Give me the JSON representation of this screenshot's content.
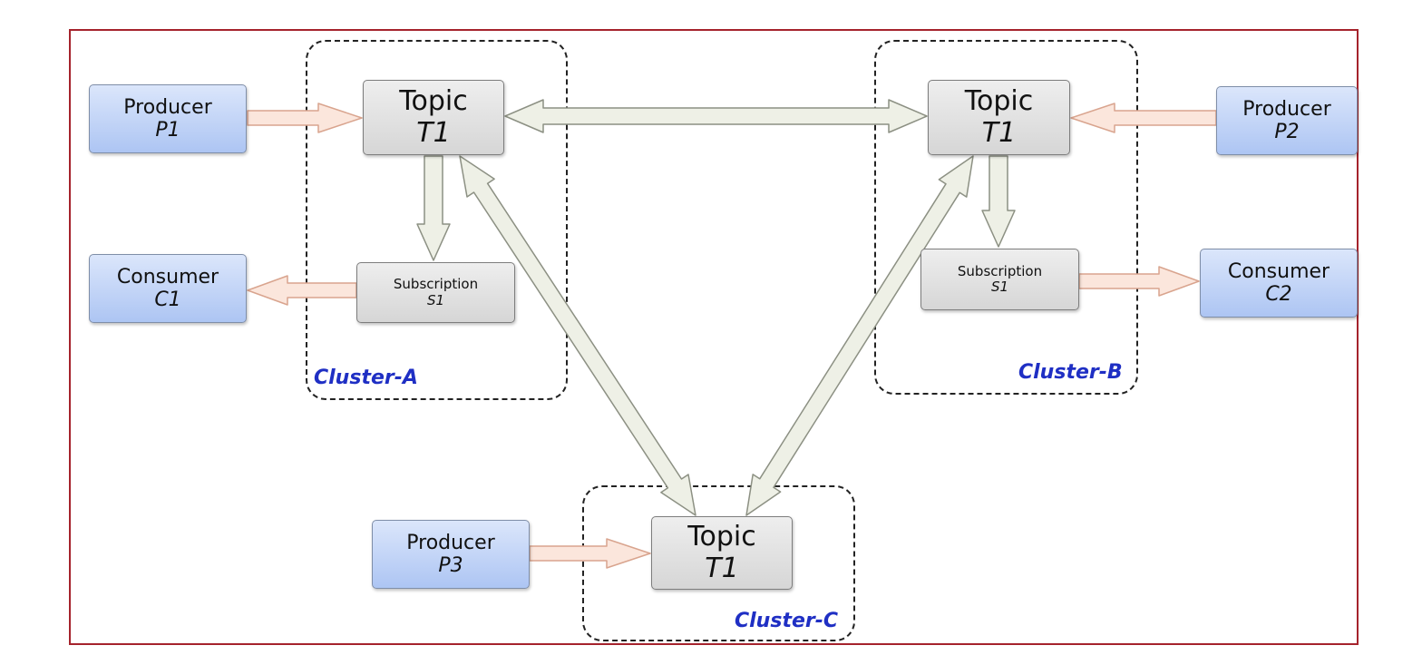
{
  "clusters": {
    "a": {
      "label": "Cluster-A"
    },
    "b": {
      "label": "Cluster-B"
    },
    "c": {
      "label": "Cluster-C"
    }
  },
  "nodes": {
    "producer_p1": {
      "title": "Producer",
      "subtitle": "P1"
    },
    "consumer_c1": {
      "title": "Consumer",
      "subtitle": "C1"
    },
    "topic_a": {
      "title": "Topic",
      "subtitle": "T1"
    },
    "subscription_a": {
      "title": "Subscription",
      "subtitle": "S1"
    },
    "topic_b": {
      "title": "Topic",
      "subtitle": "T1"
    },
    "subscription_b": {
      "title": "Subscription",
      "subtitle": "S1"
    },
    "producer_p2": {
      "title": "Producer",
      "subtitle": "P2"
    },
    "consumer_c2": {
      "title": "Consumer",
      "subtitle": "C2"
    },
    "producer_p3": {
      "title": "Producer",
      "subtitle": "P3"
    },
    "topic_c": {
      "title": "Topic",
      "subtitle": "T1"
    }
  },
  "colors": {
    "frame": "#a5232c",
    "cluster_label": "#1f2fc4",
    "client_fill": "#adc5f3",
    "broker_fill": "#d6d6d6",
    "client_arrow": "#fbe6dc",
    "broker_arrow": "#eef0e6"
  }
}
